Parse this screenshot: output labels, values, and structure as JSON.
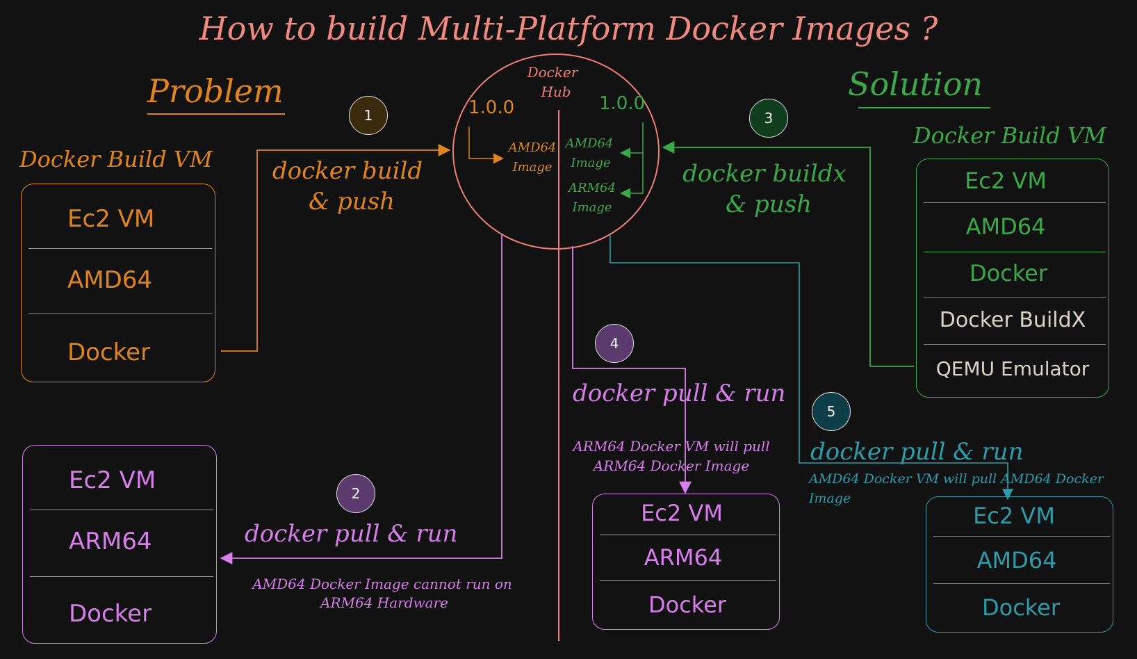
{
  "title": "How to build Multi-Platform Docker Images ?",
  "headings": {
    "problem": "Problem",
    "solution": "Solution"
  },
  "hub": {
    "title_line1": "Docker",
    "title_line2": "Hub",
    "version_left": "1.0.0",
    "version_right": "1.0.0",
    "amd_image_left": [
      "AMD64",
      "Image"
    ],
    "amd_image_right": [
      "AMD64",
      "Image"
    ],
    "arm_image_right": [
      "ARM64",
      "Image"
    ]
  },
  "problem_build_vm": {
    "heading": "Docker Build VM",
    "rows": [
      "Ec2 VM",
      "AMD64",
      "Docker"
    ]
  },
  "arm_vm_left": {
    "rows": [
      "Ec2 VM",
      "ARM64",
      "Docker"
    ]
  },
  "solution_build_vm": {
    "heading": "Docker Build VM",
    "rows": [
      "Ec2 VM",
      "AMD64",
      "Docker",
      "Docker BuildX",
      "QEMU Emulator"
    ]
  },
  "arm_vm_center": {
    "rows": [
      "Ec2 VM",
      "ARM64",
      "Docker"
    ]
  },
  "amd_vm_right": {
    "rows": [
      "Ec2 VM",
      "AMD64",
      "Docker"
    ]
  },
  "steps": [
    {
      "num": "1",
      "label_line1": "docker build",
      "label_line2": "& push"
    },
    {
      "num": "2",
      "label": "docker pull & run",
      "note_line1": "AMD64 Docker Image cannot run on",
      "note_line2": "ARM64 Hardware"
    },
    {
      "num": "3",
      "label_line1": "docker buildx",
      "label_line2": "& push"
    },
    {
      "num": "4",
      "label": "docker pull & run",
      "note_line1": "ARM64 Docker VM will pull",
      "note_line2": "ARM64 Docker Image"
    },
    {
      "num": "5",
      "label": "docker pull & run",
      "note_line1": "AMD64 Docker VM will pull AMD64 Docker",
      "note_line2": "Image"
    }
  ],
  "colors": {
    "background": "#121212",
    "title": "#f08a80",
    "problem": "#e0841f",
    "solution": "#3ba84a",
    "pull": "#d67ee9",
    "pull_right": "#2f9ba8",
    "hub": "#ee7e78",
    "badge1": "#3a2a0e",
    "badge2": "#5b3b6d",
    "badge3": "#0f3d1d",
    "badge4": "#5b3b6d",
    "badge5": "#0e3f48"
  }
}
